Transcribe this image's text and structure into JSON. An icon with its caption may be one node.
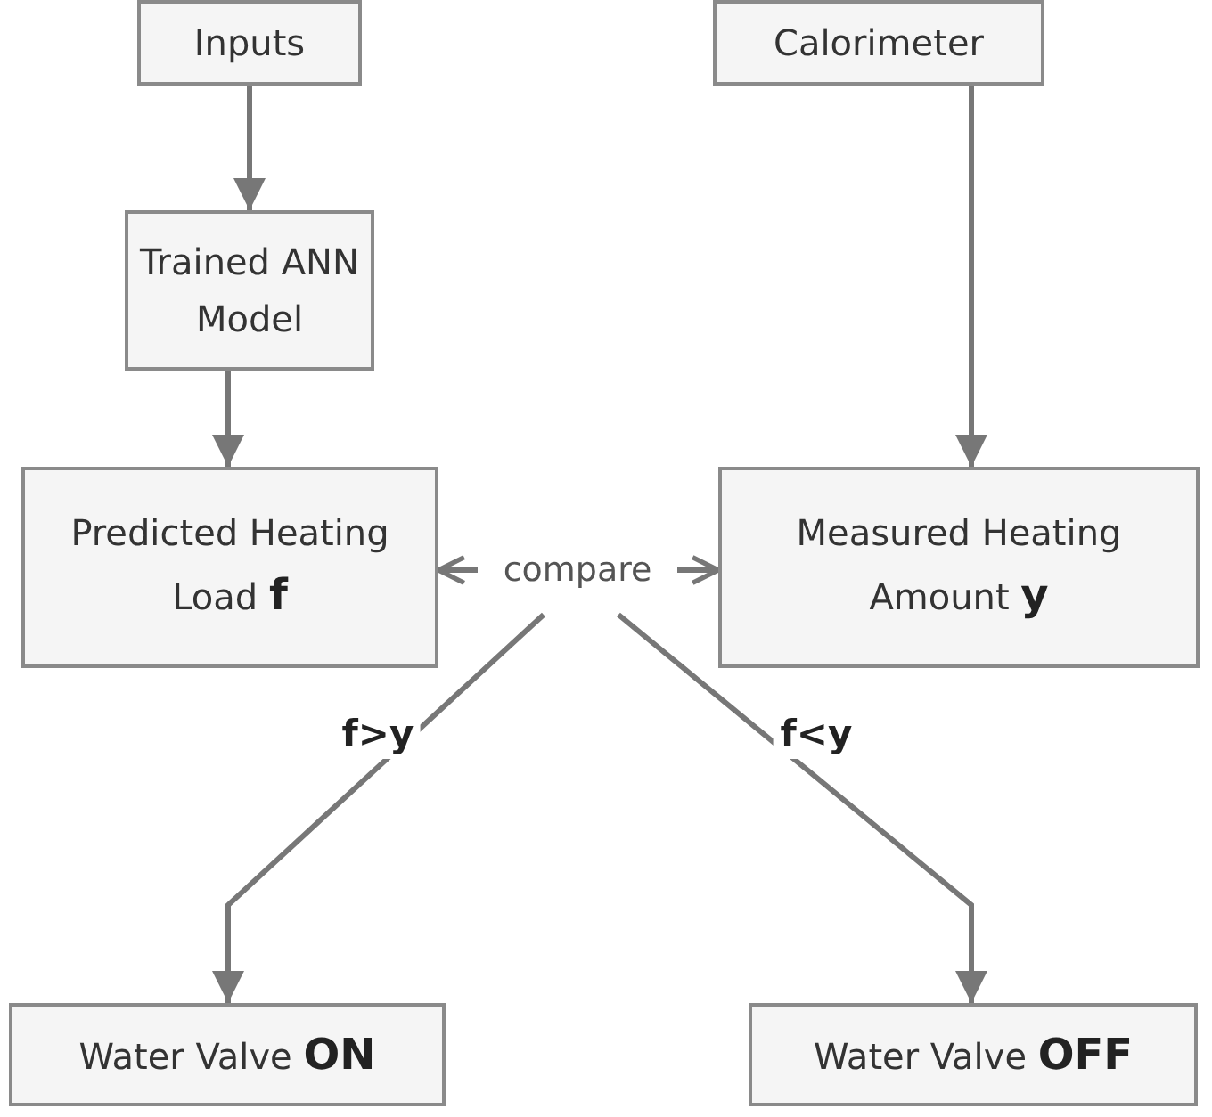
{
  "diagram": {
    "nodes": [
      {
        "text": [
          "Inputs"
        ]
      },
      {
        "text": [
          "Calorimeter"
        ]
      },
      {
        "text": [
          "Trained ANN Model"
        ]
      },
      {
        "text": [
          "Predicted Heating Load **f**"
        ]
      },
      {
        "text": [
          "Measured Heating Amount **y**"
        ]
      },
      {
        "text": [
          "compare"
        ]
      },
      {
        "text": [
          "Water Valve **ON**"
        ]
      },
      {
        "text": [
          "Water Valve **OFF**"
        ]
      }
    ],
    "edges": [
      {
        "from": 0,
        "to": 2,
        "arrow": "to"
      },
      {
        "from": 2,
        "to": 3,
        "arrow": "to"
      },
      {
        "from": 1,
        "to": 4,
        "arrow": "to"
      },
      {
        "from": 5,
        "to": 3,
        "arrow": "to"
      },
      {
        "from": 5,
        "to": 4,
        "arrow": "to"
      },
      {
        "from": 5,
        "to": 6,
        "arrow": "to",
        "label": "f>y"
      },
      {
        "from": 5,
        "to": 7,
        "arrow": "to",
        "label": "f<y"
      }
    ]
  }
}
